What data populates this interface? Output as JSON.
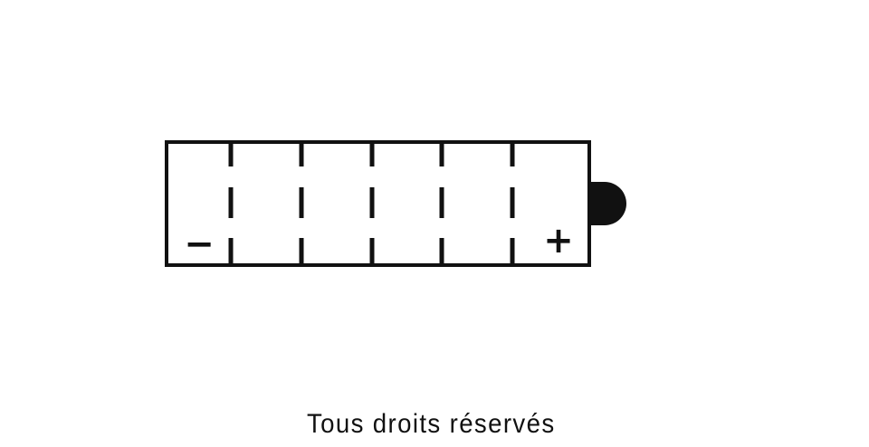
{
  "diagram": {
    "cell_count": 6,
    "negative_symbol": "−",
    "positive_symbol": "+",
    "terminal_side": "right",
    "colors": {
      "outline": "#111111",
      "background": "#ffffff"
    }
  },
  "footer": {
    "copyright": "Tous droits réservés"
  }
}
